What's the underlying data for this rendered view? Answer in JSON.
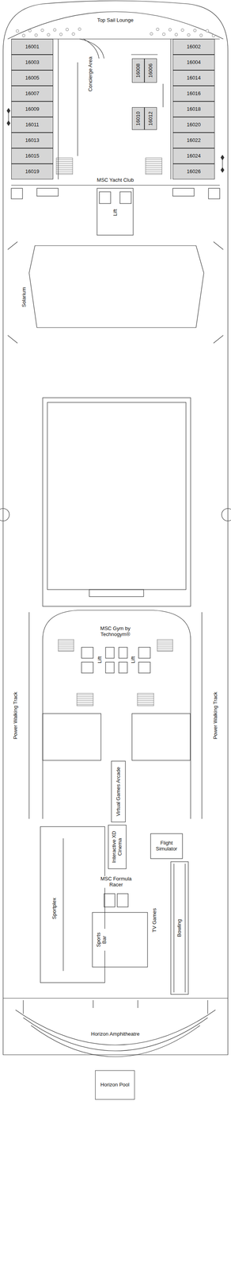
{
  "diagram": {
    "nodes": [
      {
        "text": [
          "16001"
        ]
      },
      {
        "text": [
          "16002"
        ]
      },
      {
        "text": [
          "16003"
        ]
      },
      {
        "text": [
          "16004"
        ]
      },
      {
        "text": [
          "16008"
        ]
      },
      {
        "text": [
          "16006"
        ]
      },
      {
        "text": [
          "16005"
        ]
      },
      {
        "text": [
          "16014"
        ]
      },
      {
        "text": [
          "16007"
        ]
      },
      {
        "text": [
          "16016"
        ]
      },
      {
        "text": [
          "16009"
        ]
      },
      {
        "text": [
          "16010"
        ]
      },
      {
        "text": [
          "16012"
        ]
      },
      {
        "text": [
          "16018"
        ]
      },
      {
        "text": [
          "16011"
        ]
      },
      {
        "text": [
          "16020"
        ]
      },
      {
        "text": [
          "16013"
        ]
      },
      {
        "text": [
          "16022"
        ]
      },
      {
        "text": [
          "16015"
        ]
      },
      {
        "text": [
          "16024"
        ]
      },
      {
        "text": [
          "16019"
        ]
      },
      {
        "text": [
          "16026"
        ]
      },
      {
        "text": [
          "Horizon Pool"
        ]
      }
    ],
    "labels": [
      "Top Sail Lounge",
      "Concierge Area",
      "MSC Yacht Club",
      "Lift",
      "Solarium",
      "MSC Gym by Technogym®",
      "Power Walking Track",
      "Power Walking Track",
      "Lift",
      "Lift",
      "Virtual Games Arcade",
      "Interactive XD Cinema",
      "Flight Simulator",
      "MSC Formula Racer",
      "Sportplex",
      "Sports Bar",
      "TV Games",
      "Bowling",
      "Horizon Amphitheatre"
    ]
  }
}
